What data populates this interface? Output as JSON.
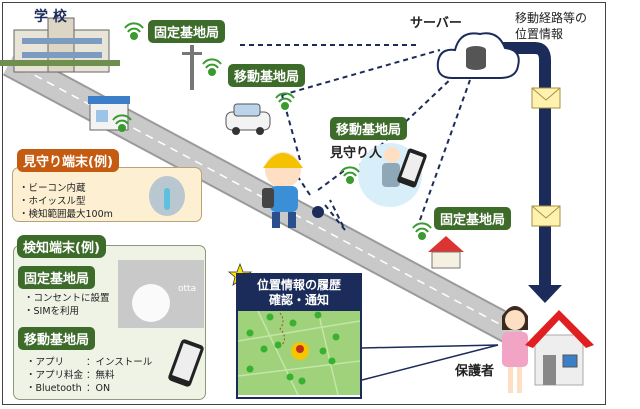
{
  "school": {
    "label": "学 校"
  },
  "stations": {
    "fixed_top": "固定基地局",
    "mobile_top": "移動基地局",
    "mobile_watcher": "移動基地局",
    "fixed_right": "固定基地局"
  },
  "watcher_label": "見守り人",
  "server_label": "サーバー",
  "position_info_label": [
    "移動経路等の",
    "位置情報"
  ],
  "guardian_label": "保護者",
  "watch_device": {
    "title": "見守り端末(例)",
    "items": [
      "・ビーコン内蔵",
      "・ホイッスル型",
      "・検知範囲最大100m"
    ]
  },
  "detect_device": {
    "title": "検知端末(例)",
    "fixed": {
      "title": "固定基地局",
      "items": [
        "・コンセントに設置",
        "・SIMを利用"
      ],
      "brand": "otta"
    },
    "mobile": {
      "title": "移動基地局",
      "items": [
        {
          "key": "・アプリ",
          "value": "：インストール"
        },
        {
          "key": "・アプリ料金",
          "value": "：無料"
        },
        {
          "key": "・Bluetooth",
          "value": "：ON"
        }
      ]
    }
  },
  "history": {
    "title_line1": "位置情報の履歴",
    "title_line2": "確認・通知"
  },
  "colors": {
    "navy": "#1b2b5a",
    "green": "#3d6b2a",
    "orange": "#c55a11",
    "road": "#b8b8b8"
  }
}
